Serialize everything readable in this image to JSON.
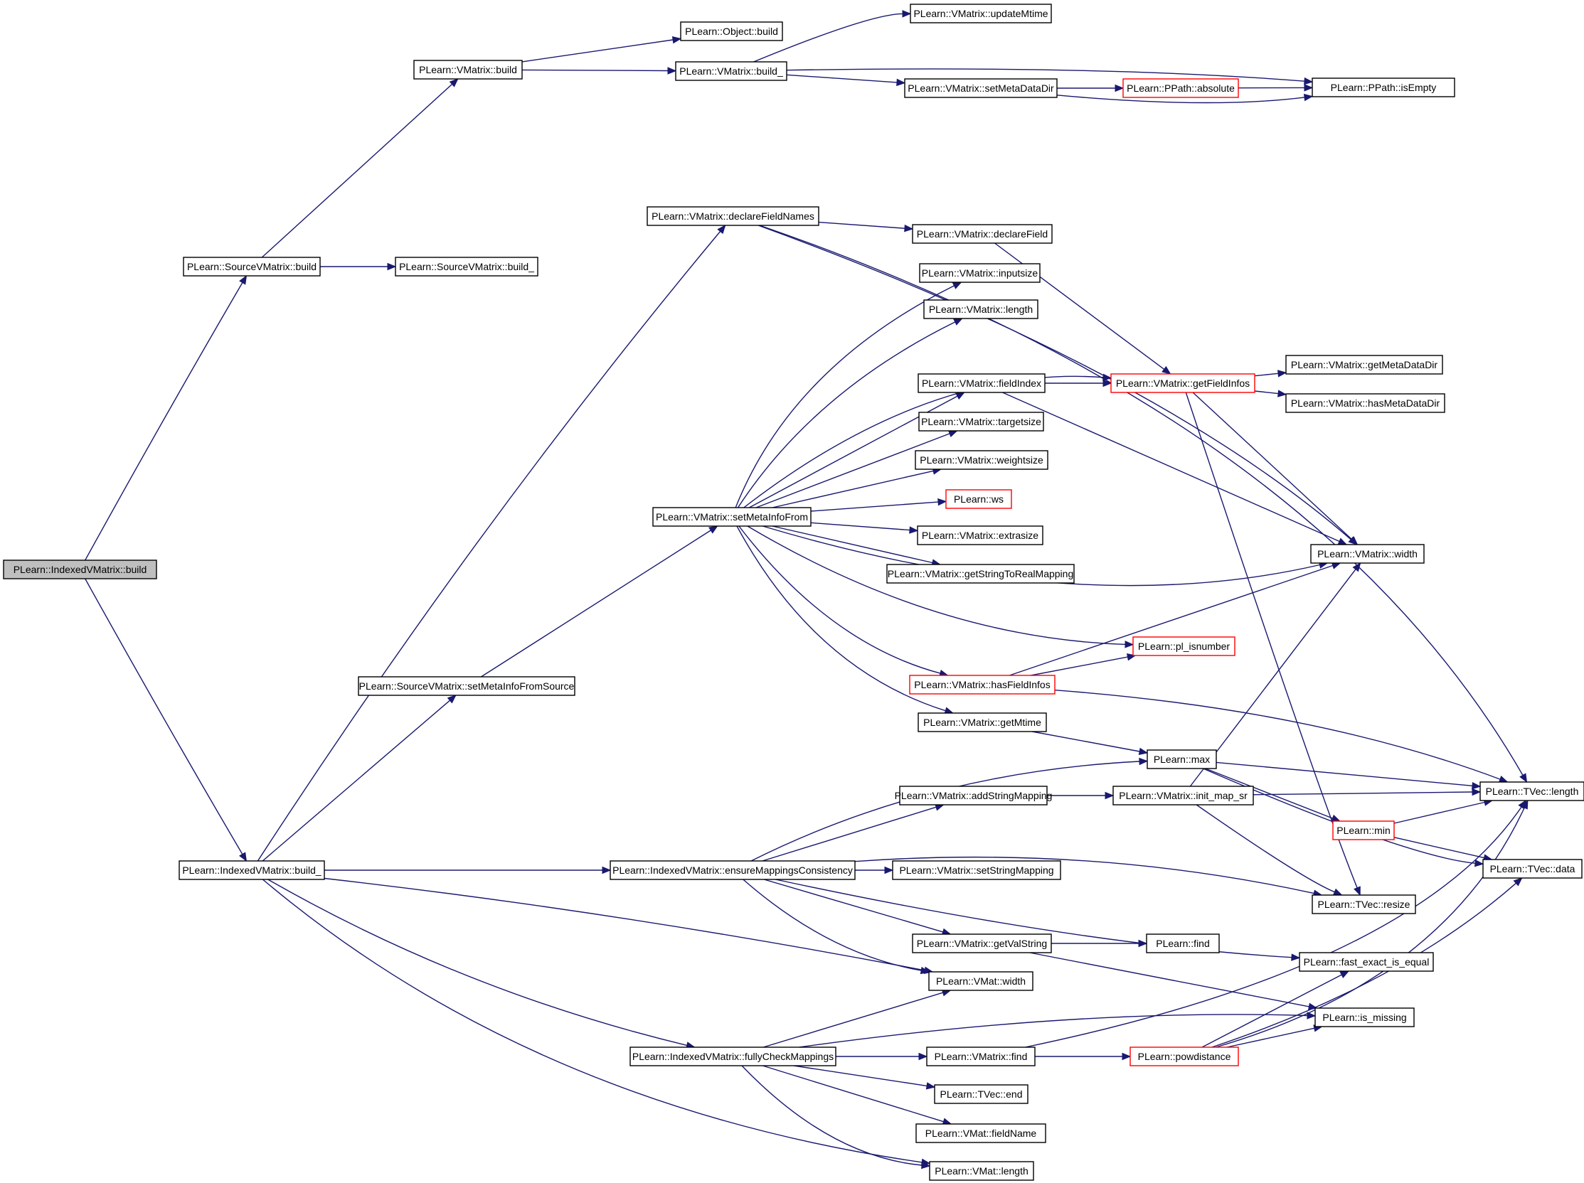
{
  "nodes": [
    {
      "id": "n0",
      "label": "PLearn::IndexedVMatrix::build",
      "style": "root"
    },
    {
      "id": "n1",
      "label": "PLearn::SourceVMatrix::build",
      "style": "normal"
    },
    {
      "id": "n2",
      "label": "PLearn::VMatrix::build",
      "style": "normal"
    },
    {
      "id": "n3",
      "label": "PLearn::Object::build",
      "style": "normal"
    },
    {
      "id": "n4",
      "label": "PLearn::VMatrix::build_",
      "style": "normal"
    },
    {
      "id": "n5",
      "label": "PLearn::VMatrix::updateMtime",
      "style": "normal"
    },
    {
      "id": "n6",
      "label": "PLearn::PPath::isEmpty",
      "style": "normal"
    },
    {
      "id": "n7",
      "label": "PLearn::VMatrix::setMetaDataDir",
      "style": "normal"
    },
    {
      "id": "n8",
      "label": "PLearn::PPath::absolute",
      "style": "red"
    },
    {
      "id": "n9",
      "label": "PLearn::SourceVMatrix::build_",
      "style": "normal"
    },
    {
      "id": "n10",
      "label": "PLearn::IndexedVMatrix::build_",
      "style": "normal"
    },
    {
      "id": "n11",
      "label": "PLearn::VMatrix::declareFieldNames",
      "style": "normal"
    },
    {
      "id": "n12",
      "label": "PLearn::VMatrix::declareField",
      "style": "normal"
    },
    {
      "id": "n13",
      "label": "PLearn::VMatrix::getFieldInfos",
      "style": "red"
    },
    {
      "id": "n14",
      "label": "PLearn::VMatrix::getMetaDataDir",
      "style": "normal"
    },
    {
      "id": "n15",
      "label": "PLearn::VMatrix::hasMetaDataDir",
      "style": "normal"
    },
    {
      "id": "n16",
      "label": "PLearn::VMatrix::width",
      "style": "normal"
    },
    {
      "id": "n17",
      "label": "PLearn::TVec::resize",
      "style": "normal"
    },
    {
      "id": "n18",
      "label": "PLearn::TVec::length",
      "style": "normal"
    },
    {
      "id": "n19",
      "label": "PLearn::SourceVMatrix::setMetaInfoFromSource",
      "style": "normal"
    },
    {
      "id": "n20",
      "label": "PLearn::VMatrix::setMetaInfoFrom",
      "style": "normal"
    },
    {
      "id": "n21",
      "label": "PLearn::VMatrix::inputsize",
      "style": "normal"
    },
    {
      "id": "n22",
      "label": "PLearn::VMatrix::length",
      "style": "normal"
    },
    {
      "id": "n23",
      "label": "PLearn::VMatrix::fieldIndex",
      "style": "normal"
    },
    {
      "id": "n24",
      "label": "PLearn::VMatrix::targetsize",
      "style": "normal"
    },
    {
      "id": "n25",
      "label": "PLearn::VMatrix::weightsize",
      "style": "normal"
    },
    {
      "id": "n26",
      "label": "PLearn::ws",
      "style": "red"
    },
    {
      "id": "n27",
      "label": "PLearn::VMatrix::extrasize",
      "style": "normal"
    },
    {
      "id": "n28",
      "label": "PLearn::VMatrix::getStringToRealMapping",
      "style": "normal"
    },
    {
      "id": "n29",
      "label": "PLearn::pl_isnumber",
      "style": "red"
    },
    {
      "id": "n30",
      "label": "PLearn::VMatrix::hasFieldInfos",
      "style": "red"
    },
    {
      "id": "n31",
      "label": "PLearn::VMatrix::getMtime",
      "style": "normal"
    },
    {
      "id": "n32",
      "label": "PLearn::max",
      "style": "normal"
    },
    {
      "id": "n33",
      "label": "PLearn::min",
      "style": "red"
    },
    {
      "id": "n34",
      "label": "PLearn::TVec::data",
      "style": "normal"
    },
    {
      "id": "n35",
      "label": "PLearn::IndexedVMatrix::ensureMappingsConsistency",
      "style": "normal"
    },
    {
      "id": "n36",
      "label": "PLearn::VMatrix::addStringMapping",
      "style": "normal"
    },
    {
      "id": "n37",
      "label": "PLearn::VMatrix::init_map_sr",
      "style": "normal"
    },
    {
      "id": "n38",
      "label": "PLearn::VMatrix::setStringMapping",
      "style": "normal"
    },
    {
      "id": "n39",
      "label": "PLearn::VMatrix::getValString",
      "style": "normal"
    },
    {
      "id": "n40",
      "label": "PLearn::find",
      "style": "normal"
    },
    {
      "id": "n41",
      "label": "PLearn::fast_exact_is_equal",
      "style": "normal"
    },
    {
      "id": "n42",
      "label": "PLearn::is_missing",
      "style": "normal"
    },
    {
      "id": "n43",
      "label": "PLearn::VMat::width",
      "style": "normal"
    },
    {
      "id": "n44",
      "label": "PLearn::IndexedVMatrix::fullyCheckMappings",
      "style": "normal"
    },
    {
      "id": "n45",
      "label": "PLearn::VMatrix::find",
      "style": "normal"
    },
    {
      "id": "n46",
      "label": "PLearn::powdistance",
      "style": "red"
    },
    {
      "id": "n47",
      "label": "PLearn::TVec::end",
      "style": "normal"
    },
    {
      "id": "n48",
      "label": "PLearn::VMat::fieldName",
      "style": "normal"
    },
    {
      "id": "n49",
      "label": "PLearn::VMat::length",
      "style": "normal"
    }
  ],
  "edges": [
    {
      "from": "n0",
      "to": "n1"
    },
    {
      "from": "n0",
      "to": "n10"
    },
    {
      "from": "n1",
      "to": "n2"
    },
    {
      "from": "n1",
      "to": "n9"
    },
    {
      "from": "n2",
      "to": "n3"
    },
    {
      "from": "n2",
      "to": "n4"
    },
    {
      "from": "n4",
      "to": "n5"
    },
    {
      "from": "n4",
      "to": "n6"
    },
    {
      "from": "n4",
      "to": "n7"
    },
    {
      "from": "n7",
      "to": "n8"
    },
    {
      "from": "n7",
      "to": "n6"
    },
    {
      "from": "n8",
      "to": "n6"
    },
    {
      "from": "n10",
      "to": "n11"
    },
    {
      "from": "n10",
      "to": "n19"
    },
    {
      "from": "n10",
      "to": "n35"
    },
    {
      "from": "n10",
      "to": "n43"
    },
    {
      "from": "n10",
      "to": "n44"
    },
    {
      "from": "n10",
      "to": "n49"
    },
    {
      "from": "n11",
      "to": "n12"
    },
    {
      "from": "n11",
      "to": "n16"
    },
    {
      "from": "n11",
      "to": "n18"
    },
    {
      "from": "n12",
      "to": "n13"
    },
    {
      "from": "n13",
      "to": "n14"
    },
    {
      "from": "n13",
      "to": "n15"
    },
    {
      "from": "n13",
      "to": "n16"
    },
    {
      "from": "n13",
      "to": "n17"
    },
    {
      "from": "n19",
      "to": "n20"
    },
    {
      "from": "n20",
      "to": "n21"
    },
    {
      "from": "n20",
      "to": "n22"
    },
    {
      "from": "n20",
      "to": "n13"
    },
    {
      "from": "n20",
      "to": "n23"
    },
    {
      "from": "n20",
      "to": "n24"
    },
    {
      "from": "n20",
      "to": "n25"
    },
    {
      "from": "n20",
      "to": "n26"
    },
    {
      "from": "n20",
      "to": "n27"
    },
    {
      "from": "n20",
      "to": "n28"
    },
    {
      "from": "n20",
      "to": "n16"
    },
    {
      "from": "n20",
      "to": "n29"
    },
    {
      "from": "n20",
      "to": "n30"
    },
    {
      "from": "n20",
      "to": "n31"
    },
    {
      "from": "n23",
      "to": "n13"
    },
    {
      "from": "n23",
      "to": "n16"
    },
    {
      "from": "n30",
      "to": "n29"
    },
    {
      "from": "n30",
      "to": "n16"
    },
    {
      "from": "n30",
      "to": "n18"
    },
    {
      "from": "n31",
      "to": "n32"
    },
    {
      "from": "n32",
      "to": "n18"
    },
    {
      "from": "n32",
      "to": "n33"
    },
    {
      "from": "n32",
      "to": "n34"
    },
    {
      "from": "n33",
      "to": "n18"
    },
    {
      "from": "n33",
      "to": "n34"
    },
    {
      "from": "n35",
      "to": "n32"
    },
    {
      "from": "n35",
      "to": "n36"
    },
    {
      "from": "n35",
      "to": "n17"
    },
    {
      "from": "n35",
      "to": "n38"
    },
    {
      "from": "n35",
      "to": "n39"
    },
    {
      "from": "n35",
      "to": "n41"
    },
    {
      "from": "n35",
      "to": "n43"
    },
    {
      "from": "n36",
      "to": "n37"
    },
    {
      "from": "n37",
      "to": "n16"
    },
    {
      "from": "n37",
      "to": "n18"
    },
    {
      "from": "n37",
      "to": "n17"
    },
    {
      "from": "n39",
      "to": "n40"
    },
    {
      "from": "n39",
      "to": "n42"
    },
    {
      "from": "n44",
      "to": "n43"
    },
    {
      "from": "n44",
      "to": "n42"
    },
    {
      "from": "n44",
      "to": "n45"
    },
    {
      "from": "n44",
      "to": "n47"
    },
    {
      "from": "n44",
      "to": "n48"
    },
    {
      "from": "n44",
      "to": "n49"
    },
    {
      "from": "n45",
      "to": "n46"
    },
    {
      "from": "n45",
      "to": "n18"
    },
    {
      "from": "n46",
      "to": "n41"
    },
    {
      "from": "n46",
      "to": "n42"
    },
    {
      "from": "n46",
      "to": "n18"
    },
    {
      "from": "n46",
      "to": "n34"
    }
  ],
  "colors": {
    "edge": "#191970",
    "border": "#000000",
    "highlight_border": "#ff0000",
    "root_fill": "#bfbfbf"
  }
}
